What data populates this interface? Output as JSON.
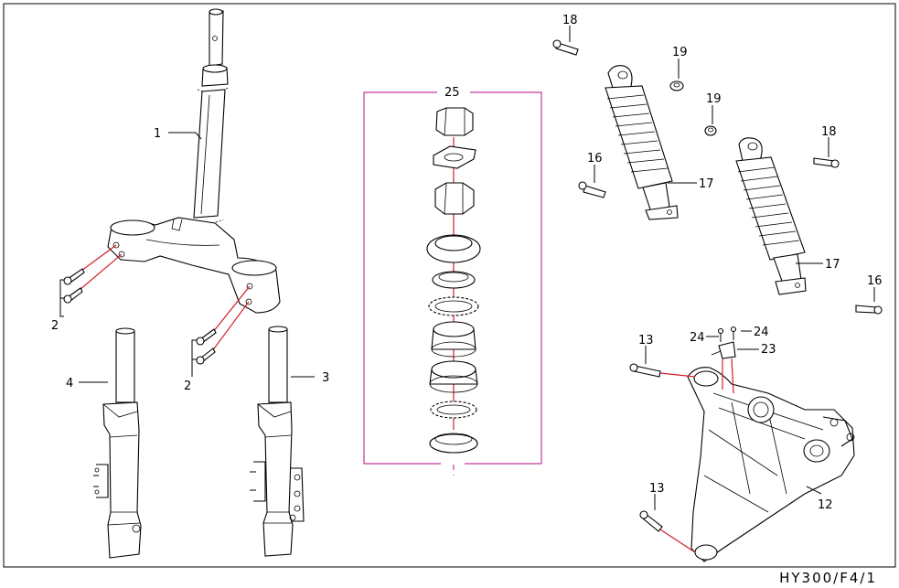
{
  "labels": {
    "l1": "1",
    "l2a": "2",
    "l2b": "2",
    "l3": "3",
    "l4": "4",
    "l25": "25",
    "l18a": "18",
    "l19a": "19",
    "l19b": "19",
    "l18b": "18",
    "l16a": "16",
    "l17a": "17",
    "l17b": "17",
    "l16b": "16",
    "l13a": "13",
    "l24a": "24",
    "l24b": "24",
    "l23": "23",
    "l12": "12",
    "l13b": "13"
  },
  "footer": {
    "code": "HY300/F4/1"
  },
  "colors": {
    "pointer_lines": "#d0202a",
    "kit_box": "#c2399a",
    "ink": "#000000"
  }
}
